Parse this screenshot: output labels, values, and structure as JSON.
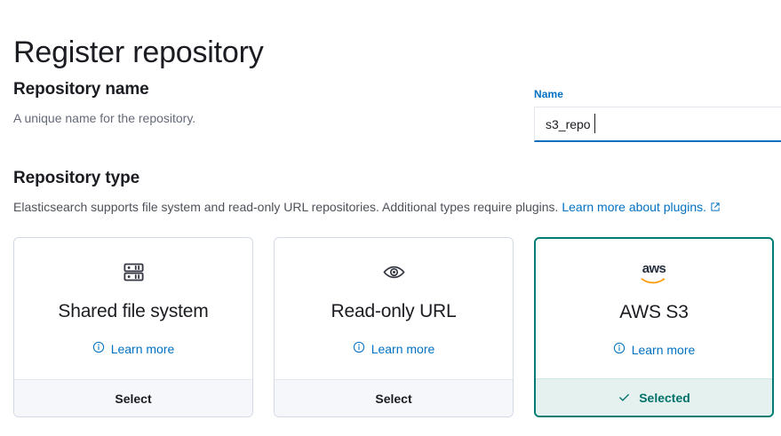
{
  "page": {
    "title": "Register repository"
  },
  "repository_name_section": {
    "heading": "Repository name",
    "description": "A unique name for the repository."
  },
  "name_field": {
    "label": "Name",
    "value": "s3_repo",
    "placeholder": "",
    "focused": true,
    "label_color": "#0071c2",
    "focus_underline_color": "#0a6ebd"
  },
  "repository_type_section": {
    "heading": "Repository type",
    "description_prefix": "Elasticsearch supports file system and read-only URL repositories. Additional types require plugins. ",
    "link_text": "Learn more about plugins.",
    "link_icon": "external-link-icon"
  },
  "colors": {
    "link": "#0071c2",
    "selected_border": "#017d73",
    "selected_text": "#00726b",
    "selected_bg": "#e4f1ef",
    "card_border": "#d3dae6",
    "footer_bg": "#f5f7fa",
    "text": "#1a1c21",
    "muted_text": "#646a77",
    "aws_orange": "#ff9900",
    "aws_dark": "#252f3e"
  },
  "cards": [
    {
      "id": "shared-file-system",
      "icon": "server-rack-icon",
      "title": "Shared file system",
      "learn_more": "Learn more",
      "learn_more_icon": "info-circle-icon",
      "action_label": "Select",
      "selected": false
    },
    {
      "id": "read-only-url",
      "icon": "eye-icon",
      "title": "Read-only URL",
      "learn_more": "Learn more",
      "learn_more_icon": "info-circle-icon",
      "action_label": "Select",
      "selected": false
    },
    {
      "id": "aws-s3",
      "icon": "aws-logo-icon",
      "icon_text": "aws",
      "title": "AWS S3",
      "learn_more": "Learn more",
      "learn_more_icon": "info-circle-icon",
      "action_label": "Selected",
      "action_icon": "check-icon",
      "selected": true
    }
  ]
}
